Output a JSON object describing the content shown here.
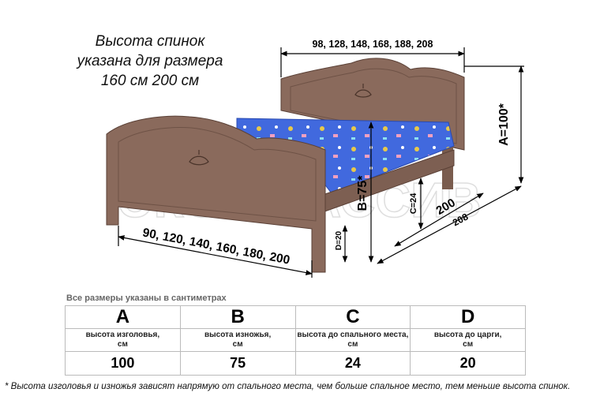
{
  "note": {
    "line1": "Высота спинок",
    "line2": "указана для размера",
    "line3": "160 см 200 см"
  },
  "watermark": "ЭКО - МАССИВ",
  "dimensions": {
    "widths": "98, 128, 148, 168, 188, 208",
    "bed_widths": "90, 120, 140, 160, 180, 200",
    "head_height": "A=100*",
    "foot_height": "B=75*",
    "sleep_height": "C=24",
    "rail_height": "D=20",
    "length_inner": "200",
    "length_outer": "208"
  },
  "units_note": "Все размеры указаны в сантиметрах",
  "table": {
    "columns": [
      {
        "letter": "A",
        "desc_line1": "высота изголовья,",
        "desc_line2": "см",
        "value": "100"
      },
      {
        "letter": "B",
        "desc_line1": "высота изножья,",
        "desc_line2": "см",
        "value": "75"
      },
      {
        "letter": "C",
        "desc_line1": "высота до спального места,",
        "desc_line2": "см",
        "value": "24"
      },
      {
        "letter": "D",
        "desc_line1": "высота до царги,",
        "desc_line2": "см",
        "value": "20"
      }
    ]
  },
  "footnote": "* Высота изголовья и изножья зависят напрямую от спального места, чем больше спальное место, тем меньше высота спинок.",
  "colors": {
    "wood": "#8a6a5c",
    "wood_dark": "#6e5246",
    "mattress": "#3d63d8"
  }
}
